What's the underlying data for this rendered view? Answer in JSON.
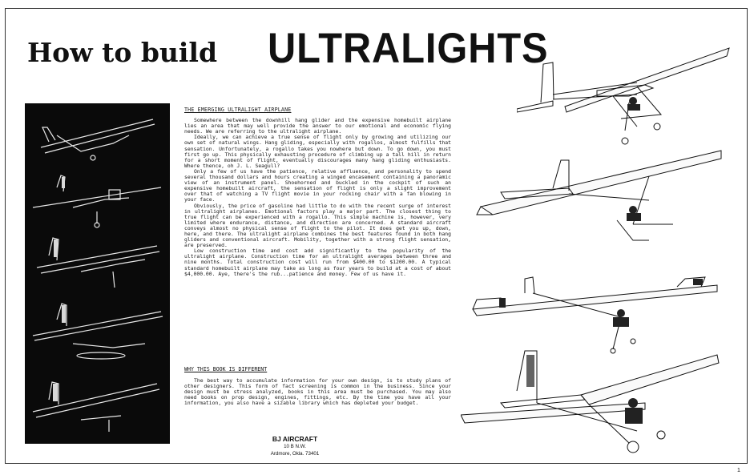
{
  "title": {
    "prefix": "How to build",
    "main": "ULTRALIGHTS"
  },
  "section1": {
    "heading": "THE EMERGING ULTRALIGHT AIRPLANE",
    "paragraphs": [
      "Somewhere between the downhill hang glider and the expensive homebuilt airplane lies an area that may well provide the answer to our emotional and economic flying needs. We are referring to the ultralight airplane.",
      "Ideally, we can achieve a true sense of flight only by growing and utilizing our own set of natural wings. Hang gliding, especially with rogallos, almost fulfills that sensation. Unfortunately, a rogallo takes you nowhere but down. To go down, you must first go up. This physically exhausting procedure of climbing up a tall hill in return for a short moment of flight, eventually discourages many hang gliding enthusiasts. Where thence, oh J. L. Seagull?",
      "Only a few of us have the patience, relative affluence, and personality to spend several thousand dollars and hours creating a winged encasement containing a panoramic view of an instrument panel. Shoehorned and buckled in the cockpit of such an expensive homebuilt aircraft, the sensation of flight is only a slight improvement over that of watching a TV flight movie in your rocking chair with a fan blowing in your face.",
      "Obviously, the price of gasoline had little to do with the recent surge of interest in ultralight airplanes. Emotional factors play a major part. The closest thing to true flight can be experienced with a rogallo. This simple machine is, however, very limited where endurance, distance, and direction are concerned. A standard aircraft conveys almost no physical sense of flight to the pilot. It does get you up, down, here, and there. The ultralight airplane combines the best features found in both hang gliders and conventional aircraft. Mobility, together with a strong flight sensation, are preserved.",
      "Low construction time and cost add significantly to the popularity of the ultralight airplane. Construction time for an ultralight averages between three and nine months. Total construction cost will run from $400.00 to $1200.00. A typical standard homebuilt airplane may take as long as four years to build at a cost of about $4,000.00. Aye, there's the rub...patience and money. Few of us have it."
    ]
  },
  "section2": {
    "heading": "WHY THIS BOOK IS DIFFERENT",
    "paragraphs": [
      "The best way to accumulate information for your own design, is to study plans of other designers. This form of fact screening is common in the business. Since your design must be stress analyzed, books in this area must be purchased. You may also need books on prop design, engines, fittings, etc. By the time you have all your information, you also have a sizable library which has depleted your budget."
    ]
  },
  "company": {
    "name": "BJ AIRCRAFT",
    "address": "10 B N.W.",
    "city": "Ardmore, Okla. 73401"
  },
  "page_number": "1"
}
